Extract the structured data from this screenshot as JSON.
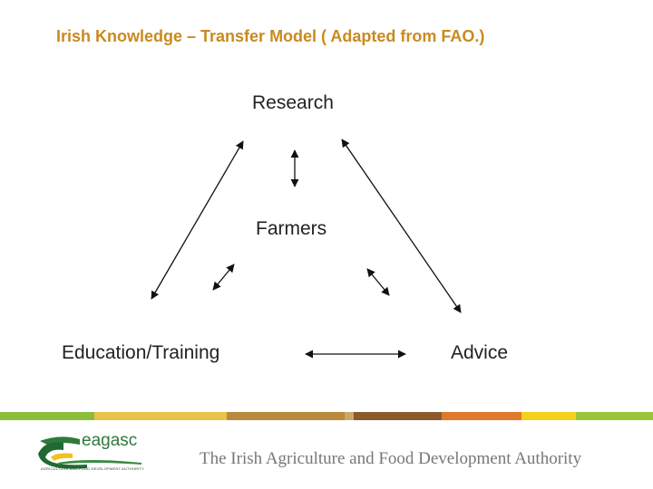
{
  "title": "Irish Knowledge – Transfer Model ( Adapted from FAO.)",
  "nodes": {
    "research": "Research",
    "farmers": "Farmers",
    "education": "Education/Training",
    "advice": "Advice"
  },
  "footer": {
    "logo_word": "eagasc",
    "logo_subtitle": "AGRICULTURE AND FOOD DEVELOPMENT AUTHORITY",
    "tagline": "The Irish Agriculture and Food Development Authority"
  },
  "colors": {
    "title": "#c98a1f",
    "band": [
      "#8bbd3b",
      "#b5cc2e",
      "#e9b936",
      "#b98a3c",
      "#8a5a2b",
      "#e0782e",
      "#f2d21d",
      "#9cc43a"
    ]
  }
}
